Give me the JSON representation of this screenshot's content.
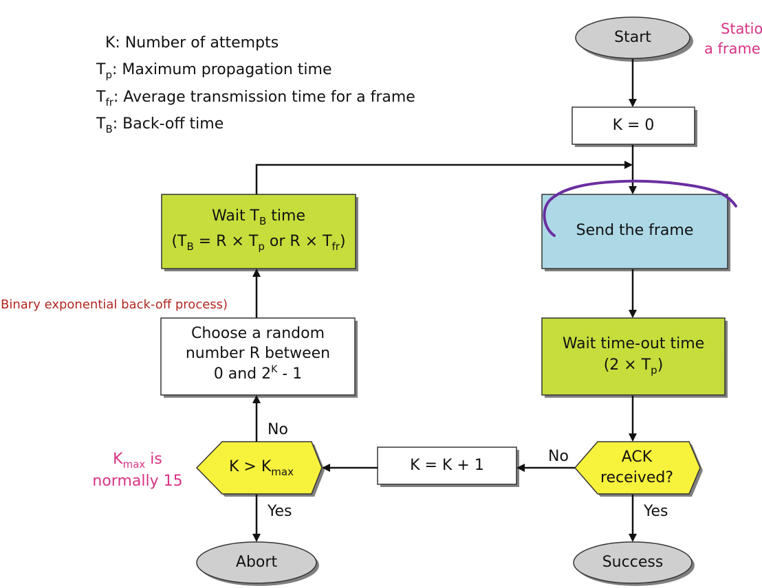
{
  "legend": {
    "k": "K: Number of attempts",
    "tp_symbol": "T",
    "tp_sub": "p",
    "tp_text": ": Maximum propagation time",
    "tfr_symbol": "T",
    "tfr_sub": "fr",
    "tfr_text": ": Average transmission time for a frame",
    "tb_symbol": "T",
    "tb_sub": "B",
    "tb_text": ": Back-off time"
  },
  "nodes": {
    "start": "Start",
    "k_init": "K = 0",
    "send": "Send the frame",
    "wait_timeout_line1": "Wait time-out time",
    "wait_timeout_line2_pre": "(2 × T",
    "wait_timeout_line2_sub": "p",
    "wait_timeout_line2_post": ")",
    "ack_line1": "ACK",
    "ack_line2": "received?",
    "success": "Success",
    "k_inc": "K = K + 1",
    "kmax_pre": "K > K",
    "kmax_sub": "max",
    "abort": "Abort",
    "random_line1": "Choose a random",
    "random_line2": "number R between",
    "random_line3_pre": "0 and 2",
    "random_line3_sup": "K",
    "random_line3_post": " - 1",
    "wait_tb_line1_pre": "Wait T",
    "wait_tb_line1_sub": "B",
    "wait_tb_line1_post": " time",
    "wait_tb_line2_a": "(T",
    "wait_tb_line2_sub_b": "B",
    "wait_tb_line2_b": " = R × T",
    "wait_tb_line2_sub_p": "p",
    "wait_tb_line2_c": " or R × T",
    "wait_tb_line2_sub_fr": "fr",
    "wait_tb_line2_d": ")"
  },
  "edge_labels": {
    "ack_no": "No",
    "kmax_no": "No",
    "kmax_yes": "Yes",
    "ack_yes": "Yes"
  },
  "annotations": {
    "station_line1": "Station",
    "station_line2": "a frame",
    "beb": "(Binary exponential back-off process)",
    "kmax_note_pre": "K",
    "kmax_note_sub": "max",
    "kmax_note_post": " is",
    "kmax_note_line2": "normally 15"
  },
  "colors": {
    "green_box": "#c7dd3c",
    "blue_box": "#add8e6",
    "yellow_diamond": "#f7f23c",
    "gray_terminal": "#cfcfcf",
    "annotation_magenta": "#d63384",
    "annotation_red": "#b0261f",
    "handwriting_purple": "#6a2fa0"
  }
}
